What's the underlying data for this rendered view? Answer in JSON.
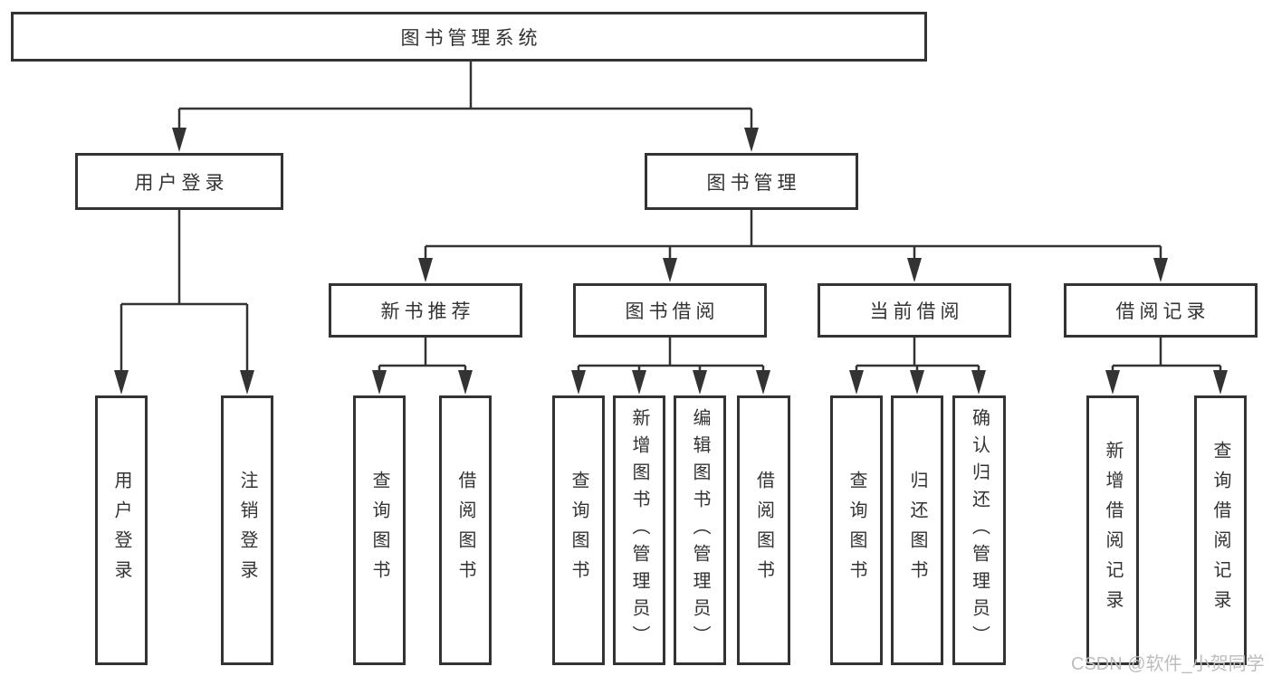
{
  "diagram": {
    "root": {
      "label": "图书管理系统"
    },
    "level2": [
      {
        "label": "用户登录",
        "parent": "图书管理系统"
      },
      {
        "label": "图书管理",
        "parent": "图书管理系统"
      }
    ],
    "level3": [
      {
        "label": "新书推荐",
        "parent": "图书管理"
      },
      {
        "label": "图书借阅",
        "parent": "图书管理"
      },
      {
        "label": "当前借阅",
        "parent": "图书管理"
      },
      {
        "label": "借阅记录",
        "parent": "图书管理"
      }
    ],
    "leaves": [
      {
        "label": "用户登录",
        "parent": "用户登录"
      },
      {
        "label": "注销登录",
        "parent": "用户登录"
      },
      {
        "label": "查询图书",
        "parent": "新书推荐"
      },
      {
        "label": "借阅图书",
        "parent": "新书推荐"
      },
      {
        "label": "查询图书",
        "parent": "图书借阅"
      },
      {
        "label": "新增图书（管理员）",
        "parent": "图书借阅"
      },
      {
        "label": "编辑图书（管理员）",
        "parent": "图书借阅"
      },
      {
        "label": "借阅图书",
        "parent": "图书借阅"
      },
      {
        "label": "查询图书",
        "parent": "当前借阅"
      },
      {
        "label": "归还图书",
        "parent": "当前借阅"
      },
      {
        "label": "确认归还（管理员）",
        "parent": "当前借阅"
      },
      {
        "label": "新增借阅记录",
        "parent": "借阅记录"
      },
      {
        "label": "查询借阅记录",
        "parent": "借阅记录"
      }
    ]
  },
  "watermark": {
    "text": "CSDN @软件_小贺同学"
  },
  "colors": {
    "line": "#333333",
    "text": "#333333",
    "box_background": "#ffffff",
    "background": "#ffffff",
    "watermark": "#bdbdbd"
  }
}
